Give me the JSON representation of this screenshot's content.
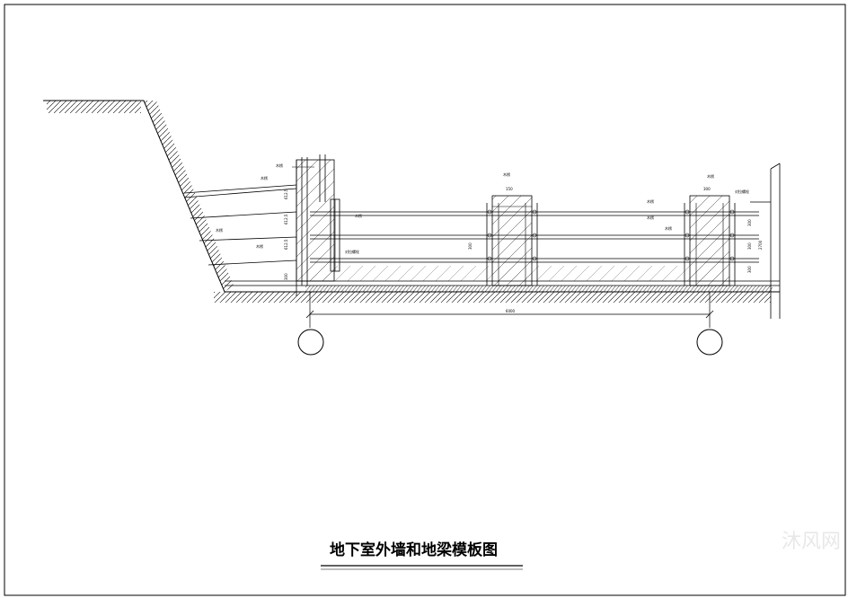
{
  "title": "地下室外墙和地梁模板图",
  "dimension_main": "6000",
  "height_total": "2700",
  "callouts_left": [
    "木楞",
    "木楞",
    "木楞",
    "木楞",
    "木楞",
    "对拉螺栓"
  ],
  "callouts_mid": [
    "木楞"
  ],
  "callouts_right": [
    "木楞",
    "木楞",
    "木楞",
    "木楞",
    "对拉螺栓"
  ],
  "dims_left_vertical": [
    "612.5",
    "612.5",
    "612.5",
    "300"
  ],
  "dims_right_vertical": [
    "300",
    "300",
    "300"
  ],
  "dims_top": [
    "150",
    "300"
  ],
  "dim_mid_vertical": "300",
  "watermark": "沐风网"
}
